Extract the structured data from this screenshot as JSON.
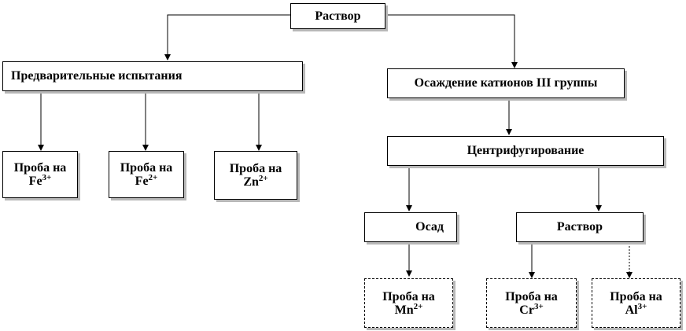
{
  "root": {
    "label": "Раствор"
  },
  "left_branch": {
    "title": "Предварительные испытания",
    "probes": [
      {
        "prefix": "Проба на",
        "ion": "Fe",
        "charge": "3+"
      },
      {
        "prefix": "Проба на",
        "ion": "Fe",
        "charge": "2+"
      },
      {
        "prefix": "Проба на",
        "ion": "Zn",
        "charge": "2+"
      }
    ]
  },
  "right_branch": {
    "title": "Осаждение катионов III группы",
    "step": "Центрифугирование",
    "precipitate": {
      "label": "Осад",
      "probes": [
        {
          "prefix": "Проба на",
          "ion": "Mn",
          "charge": "2+"
        }
      ]
    },
    "solution": {
      "label": "Раствор",
      "probes": [
        {
          "prefix": "Проба на",
          "ion": "Cr",
          "charge": "3+"
        },
        {
          "prefix": "Проба на",
          "ion": "Al",
          "charge": "3+"
        }
      ]
    }
  },
  "colors": {
    "line": "#000000",
    "shadow": "#b8b8b8",
    "background": "#ffffff"
  }
}
